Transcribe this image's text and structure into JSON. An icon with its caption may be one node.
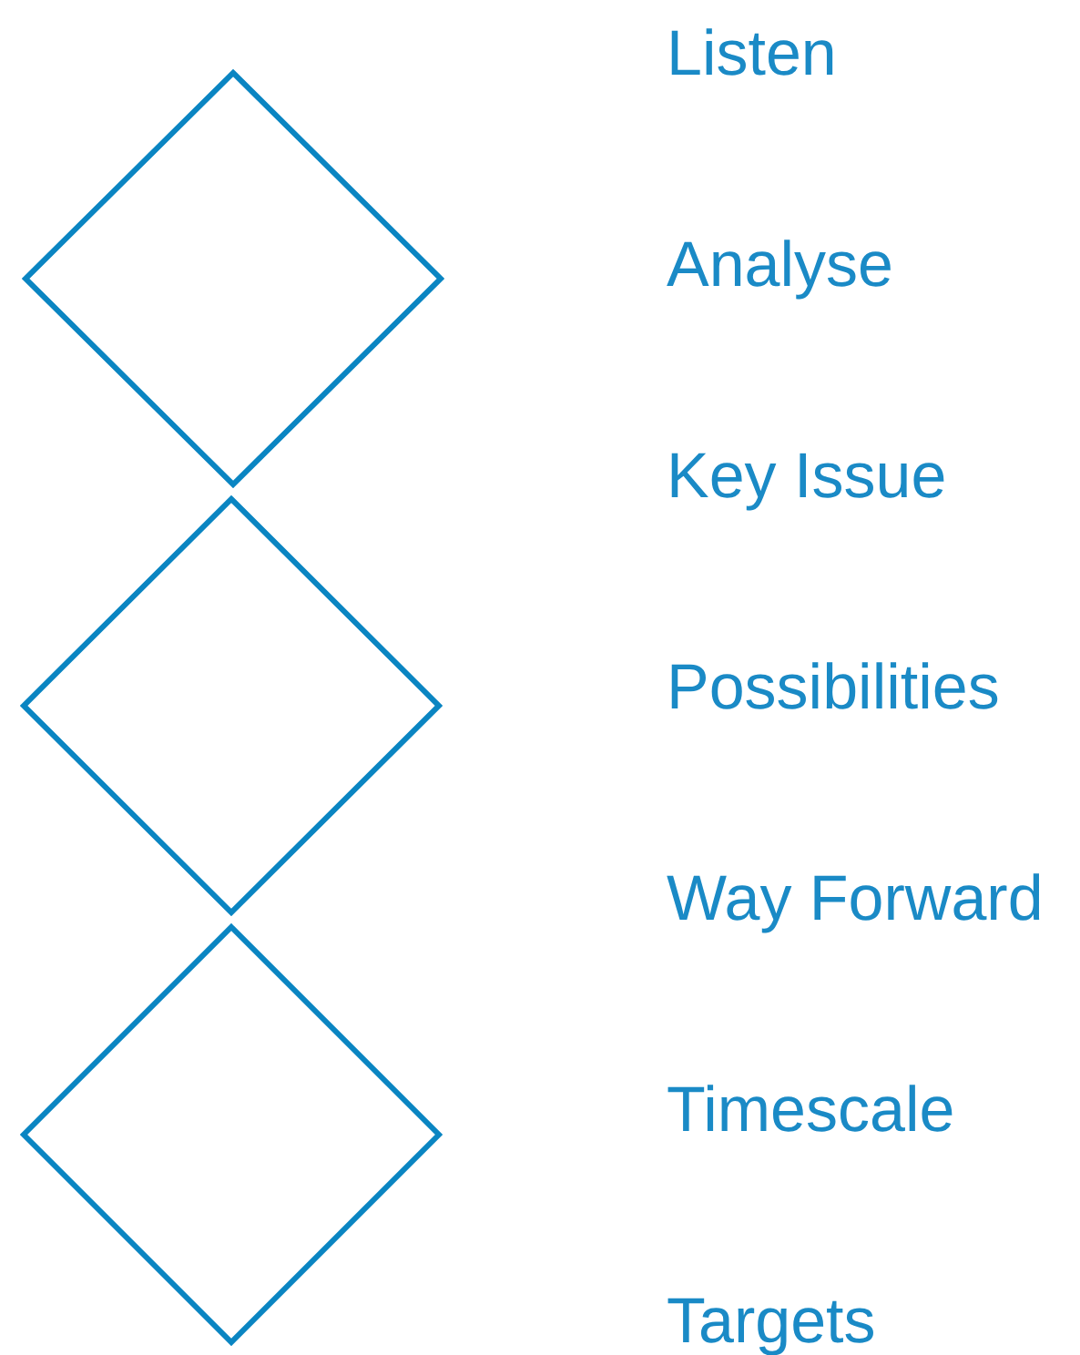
{
  "diagram": {
    "nodes": [
      {
        "text": [],
        "shape": "diamond"
      },
      {
        "text": [],
        "shape": "diamond"
      },
      {
        "text": [],
        "shape": "diamond"
      }
    ],
    "labels": [
      "Listen",
      "Analyse",
      "Key Issue",
      "Possibilities",
      "Way Forward",
      "Timescale",
      "Targets"
    ]
  }
}
